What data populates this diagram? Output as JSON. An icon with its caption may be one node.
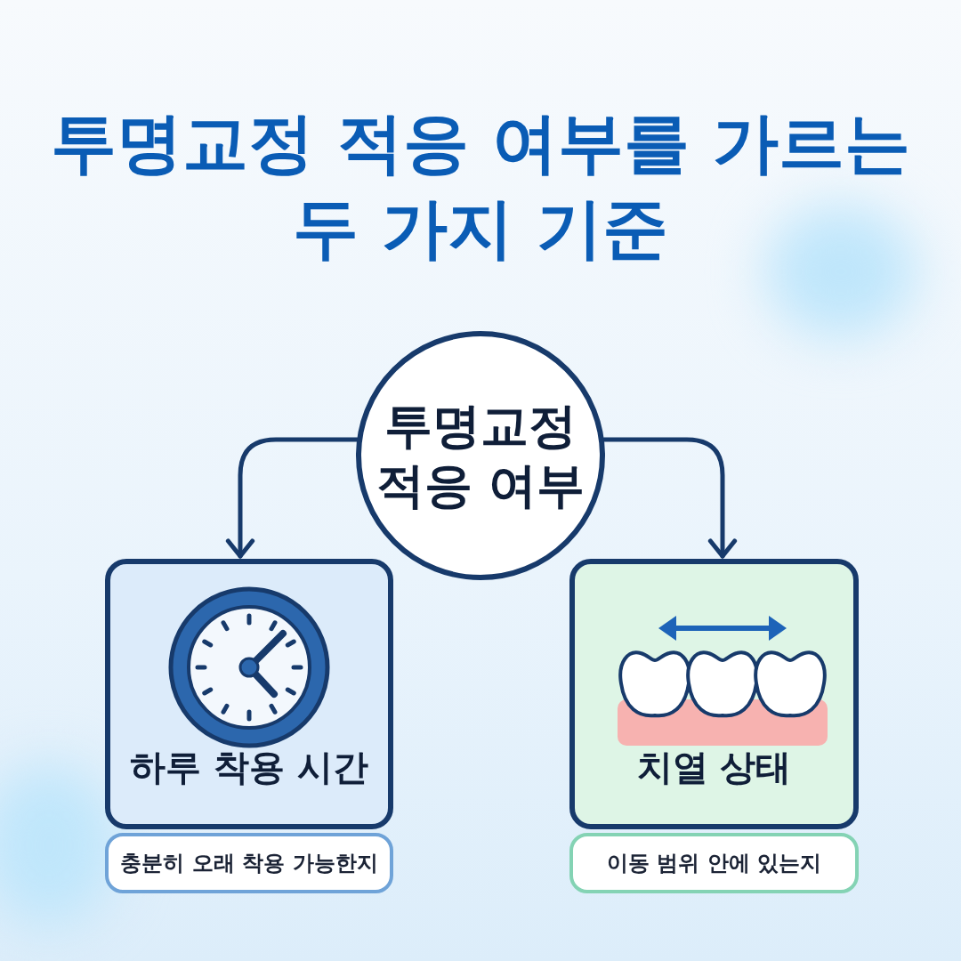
{
  "diagram": {
    "title": "투명교정 적응 여부를 가르는 두 가지 기준",
    "nodes": [
      {
        "text": [
          "투명교정 적응 여부"
        ]
      },
      {
        "text": [
          "하루 착용 시간"
        ]
      },
      {
        "text": [
          "충분히 오래 착용 가능한지"
        ]
      },
      {
        "text": [
          "치열 상태"
        ]
      },
      {
        "text": [
          "이동 범위 안에 있는지"
        ]
      }
    ],
    "edges": [
      {
        "from": 0,
        "to": 1,
        "arrow": "to"
      },
      {
        "from": 0,
        "to": 3,
        "arrow": "to"
      }
    ]
  }
}
